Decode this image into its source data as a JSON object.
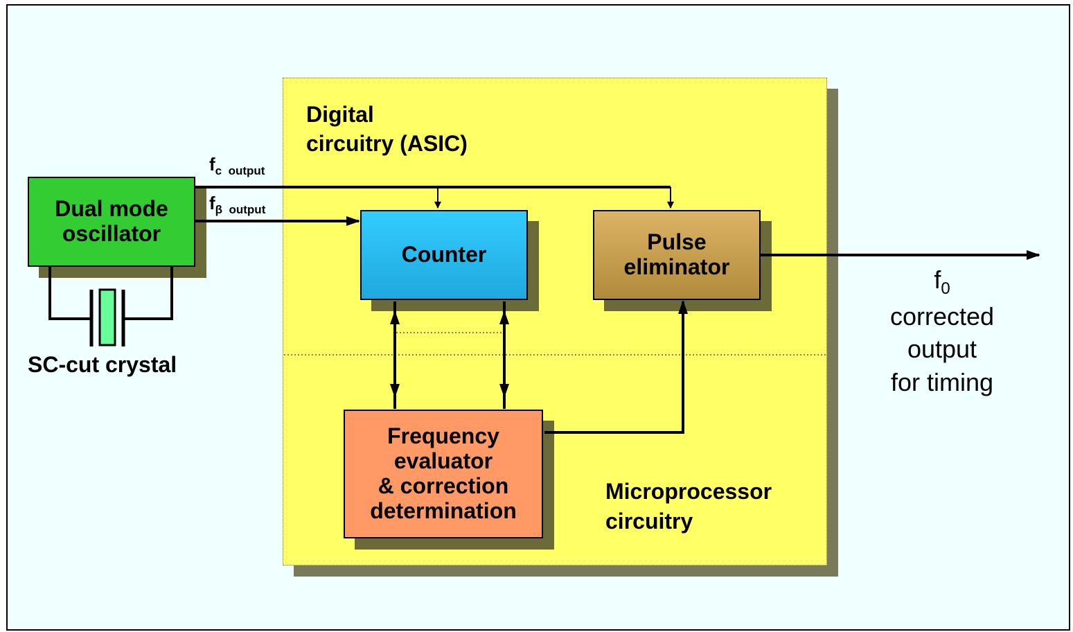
{
  "diagram": {
    "asic_label": "Digital\ncircuitry (ASIC)",
    "micro_label": "Microprocessor\ncircuitry",
    "oscillator": "Dual mode\noscillator",
    "crystal_label": "SC-cut crystal",
    "counter": "Counter",
    "pulse": "Pulse\neliminator",
    "freq": "Frequency\nevaluator\n& correction\ndetermination",
    "fc_main": "f",
    "fc_sub": "c  output",
    "fb_main": "f",
    "fb_sub": "β  output",
    "out_f": "f",
    "out_sub": "0",
    "out_text": "corrected\noutput\nfor timing"
  },
  "colors": {
    "background": "#f0ffff",
    "asic": "#ffff66",
    "oscillator": "#33cc33",
    "counter": "#33ccff",
    "pulse": "#ddb366",
    "freq": "#ff9966",
    "crystal": "#66ff99"
  }
}
